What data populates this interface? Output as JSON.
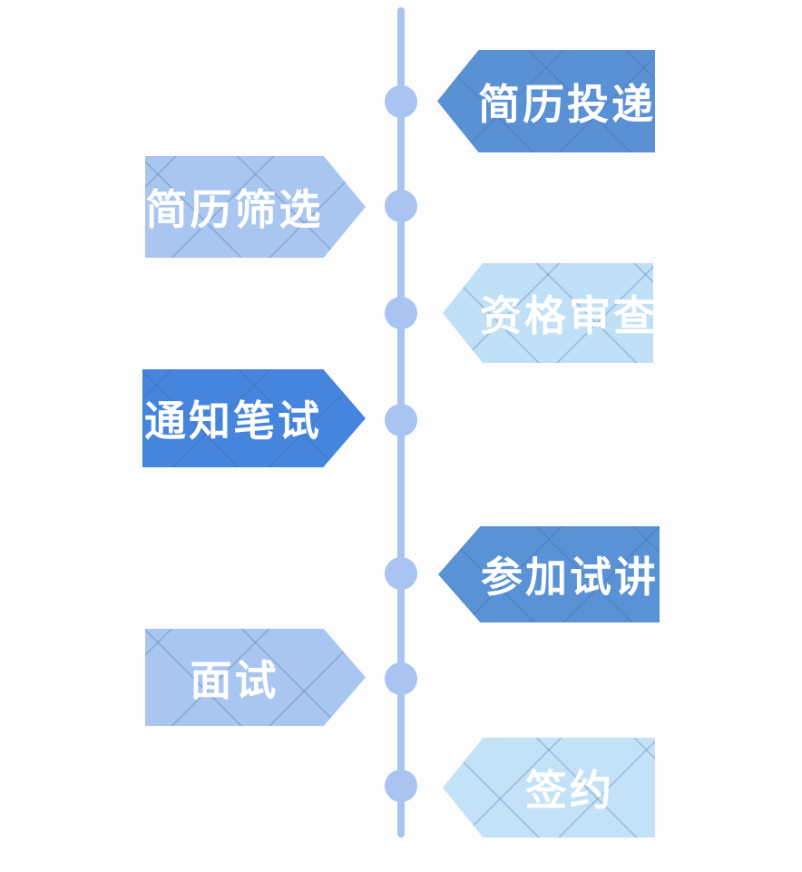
{
  "timeline": {
    "line_color": "#a9c4f0",
    "node_color": "#a9c4f0",
    "node_count": 7
  },
  "steps": [
    {
      "label": "简历投递",
      "side": "right",
      "color": "#5991d4",
      "text_color": "#ffffff"
    },
    {
      "label": "简历筛选",
      "side": "left",
      "color": "#a9c6f1",
      "text_color": "#ffffff"
    },
    {
      "label": "资格审查",
      "side": "right",
      "color": "#bfe0f6",
      "text_color": "#ffffff"
    },
    {
      "label": "通知笔试",
      "side": "left",
      "color": "#4585dd",
      "text_color": "#ffffff"
    },
    {
      "label": "参加试讲",
      "side": "right",
      "color": "#5992d5",
      "text_color": "#ffffff"
    },
    {
      "label": "面试",
      "side": "left",
      "color": "#a9c6f1",
      "text_color": "#ffffff"
    },
    {
      "label": "签约",
      "side": "right",
      "color": "#c3e2f8",
      "text_color": "#ffffff"
    }
  ]
}
